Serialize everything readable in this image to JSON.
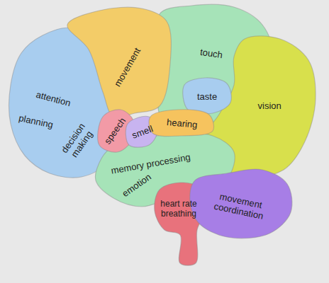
{
  "diagram": {
    "nodes": [
      {
        "text": [
          "attention",
          "planning",
          "decision making"
        ]
      },
      {
        "text": [
          "movement"
        ]
      },
      {
        "text": [
          "touch"
        ]
      },
      {
        "text": [
          "taste"
        ]
      },
      {
        "text": [
          "vision"
        ]
      },
      {
        "text": [
          "speech"
        ]
      },
      {
        "text": [
          "smell"
        ]
      },
      {
        "text": [
          "hearing"
        ]
      },
      {
        "text": [
          "memory processing",
          "emotion"
        ]
      },
      {
        "text": [
          "heart rate breathing"
        ]
      },
      {
        "text": [
          "movement coordination"
        ]
      }
    ]
  }
}
